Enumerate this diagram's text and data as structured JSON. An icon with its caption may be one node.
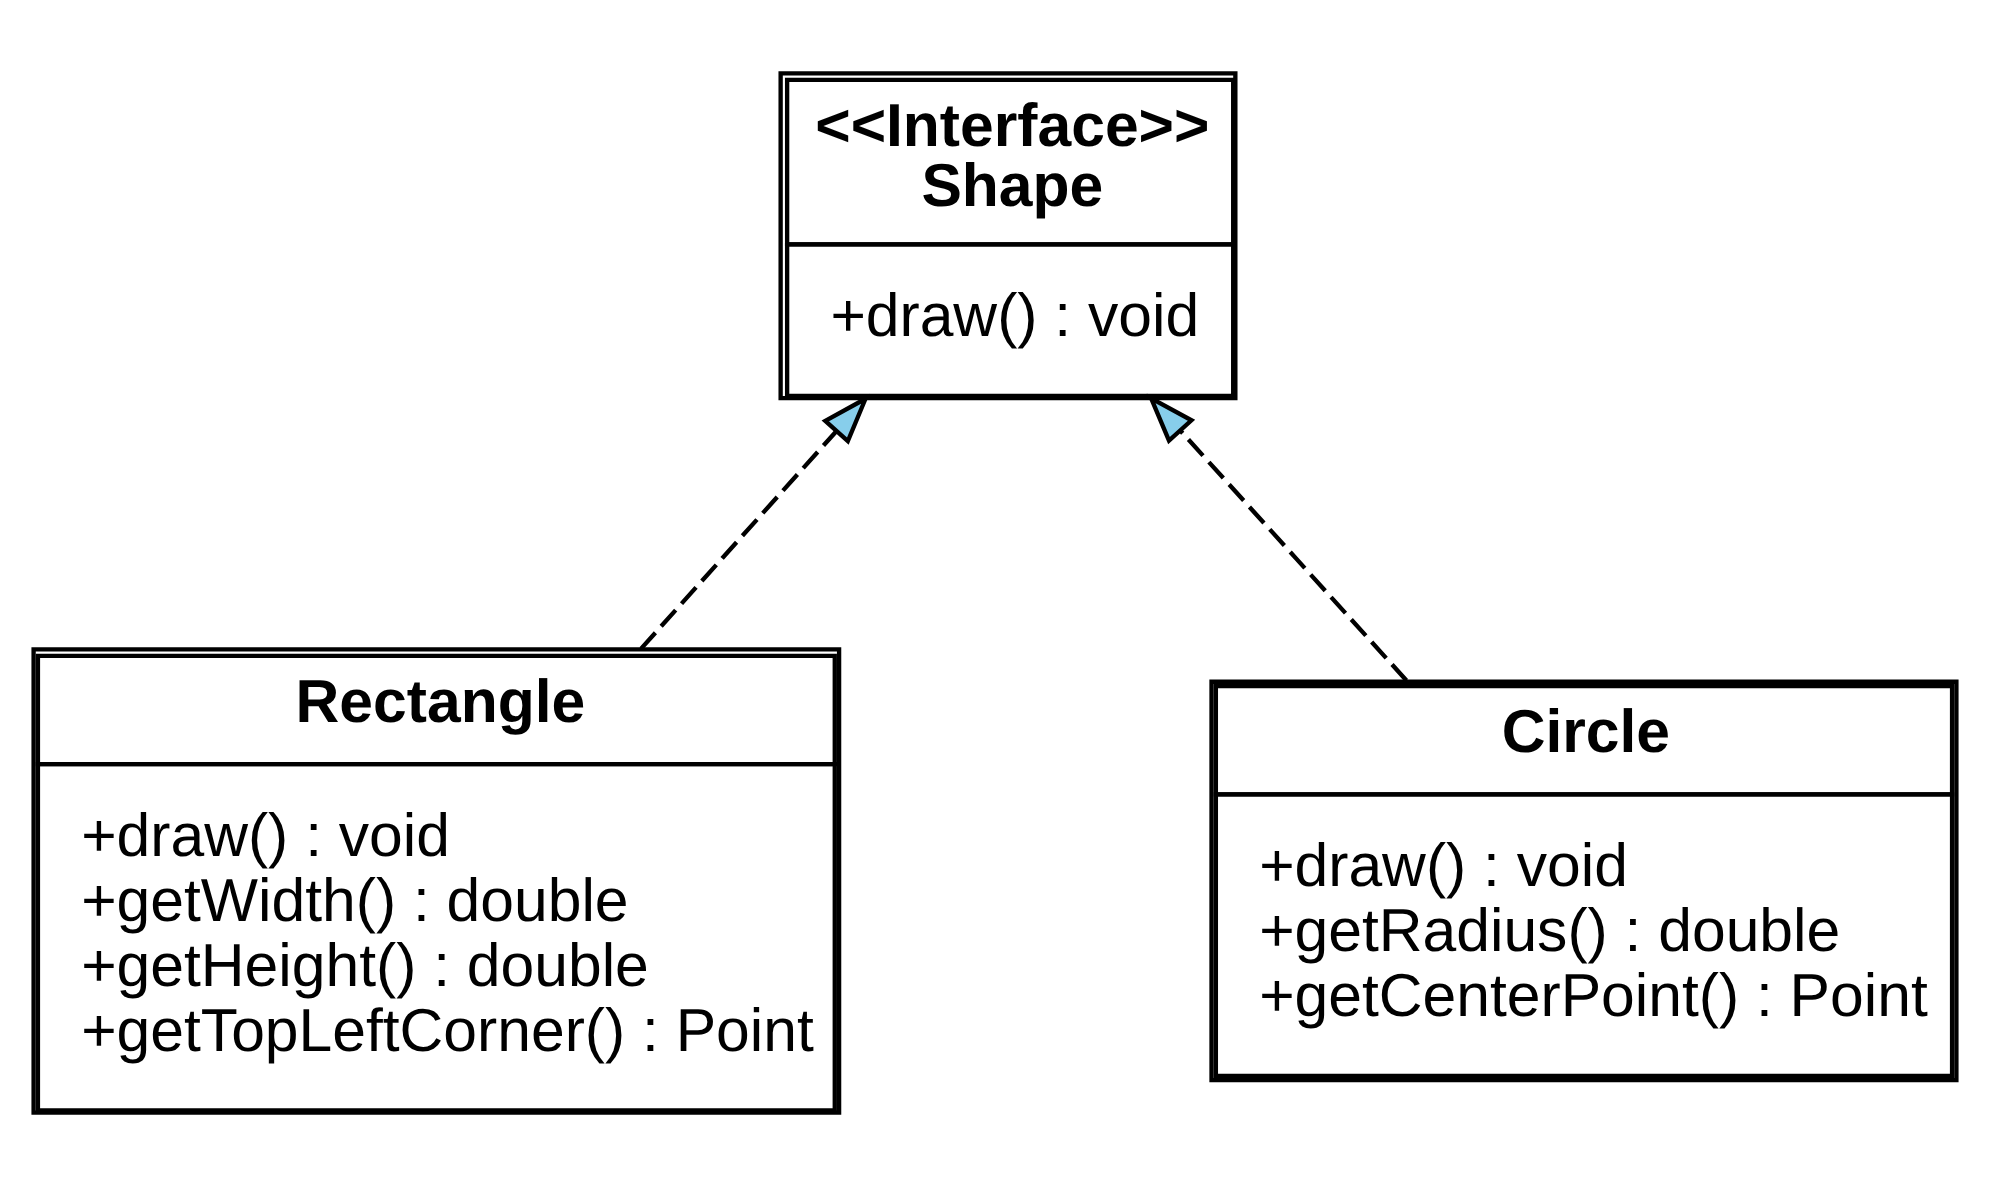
{
  "diagram": {
    "nodes": [
      {
        "text": [
          "<<Interface>>",
          "Shape",
          "+draw() : void"
        ]
      },
      {
        "text": [
          "Rectangle",
          "+draw() : void",
          "+getWidth() : double",
          "+getHeight() : double",
          "+getTopLeftCorner() : Point"
        ]
      },
      {
        "text": [
          "Circle",
          "+draw() : void",
          "+getRadius() : double",
          "+getCenterPoint() : Point"
        ]
      }
    ],
    "edges": [
      {
        "from": 1,
        "to": 0,
        "arrow": "to",
        "style": "dashed"
      },
      {
        "from": 2,
        "to": 0,
        "arrow": "to",
        "style": "dashed"
      }
    ]
  }
}
